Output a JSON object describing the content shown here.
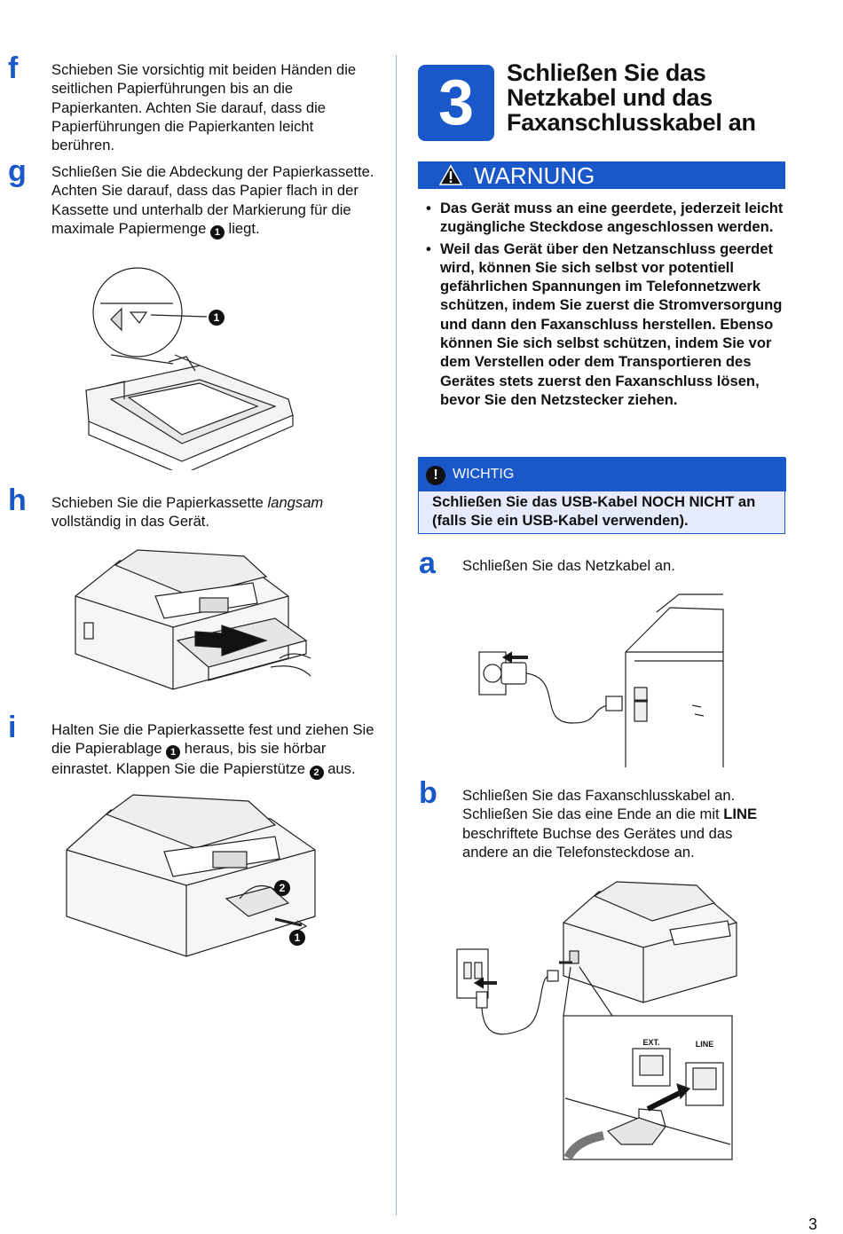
{
  "left": {
    "f": {
      "letter": "f",
      "text": "Schieben Sie vorsichtig mit beiden Händen die seitlichen Papierführungen bis an die Papierkanten. Achten Sie darauf, dass die Papierführungen die Papierkanten leicht berühren."
    },
    "g": {
      "letter": "g",
      "text_before": "Schließen Sie die Abdeckung der Papierkassette. Achten Sie darauf, dass das Papier flach in der Kassette und unterhalb der Markierung für die maximale Papiermenge ",
      "callout": "1",
      "text_after": " liegt."
    },
    "g_figure_callout": "1",
    "h": {
      "letter": "h",
      "text_before": "Schieben Sie die Papierkassette ",
      "text_em": "langsam",
      "text_after": " vollständig in das Gerät."
    },
    "i": {
      "letter": "i",
      "text_1": "Halten Sie die Papierkassette fest und ziehen Sie die Papierablage ",
      "callout_1": "1",
      "text_2": " heraus, bis sie hörbar einrastet. Klappen Sie die Papierstütze ",
      "callout_2": "2",
      "text_3": " aus."
    },
    "i_figure_callouts": [
      "2",
      "1"
    ]
  },
  "right": {
    "step_number": "3",
    "step_title": "Schließen Sie das Netzkabel und das Faxanschlusskabel an",
    "warning_label": "WARNUNG",
    "warning_items": [
      "Das Gerät muss an eine geerdete, jederzeit leicht zugängliche Steckdose angeschlossen werden.",
      "Weil das Gerät über den Netzanschluss geerdet wird, können Sie sich selbst vor potentiell gefährlichen Spannungen im Telefonnetzwerk schützen, indem Sie zuerst die Stromversorgung und dann den Faxanschluss herstellen. Ebenso können Sie sich selbst schützen, indem Sie vor dem Verstellen oder dem Transportieren des Gerätes stets zuerst den Faxanschluss lösen, bevor Sie den Netzstecker ziehen."
    ],
    "important_label": "WICHTIG",
    "important_text": "Schließen Sie das USB-Kabel NOCH NICHT an (falls Sie ein USB-Kabel verwenden).",
    "a": {
      "letter": "a",
      "text": "Schließen Sie das Netzkabel an."
    },
    "b": {
      "letter": "b",
      "text_before": "Schließen Sie das Faxanschlusskabel an. Schließen Sie das eine Ende an die mit ",
      "text_bold": "LINE",
      "text_after": " beschriftete Buchse des Gerätes und das andere an die Telefonsteckdose an."
    },
    "port_labels": {
      "ext": "EXT.",
      "line": "LINE"
    }
  },
  "page_number": "3",
  "colors": {
    "accent": "#1a57c9",
    "important_bg": "#e5ebfa"
  }
}
